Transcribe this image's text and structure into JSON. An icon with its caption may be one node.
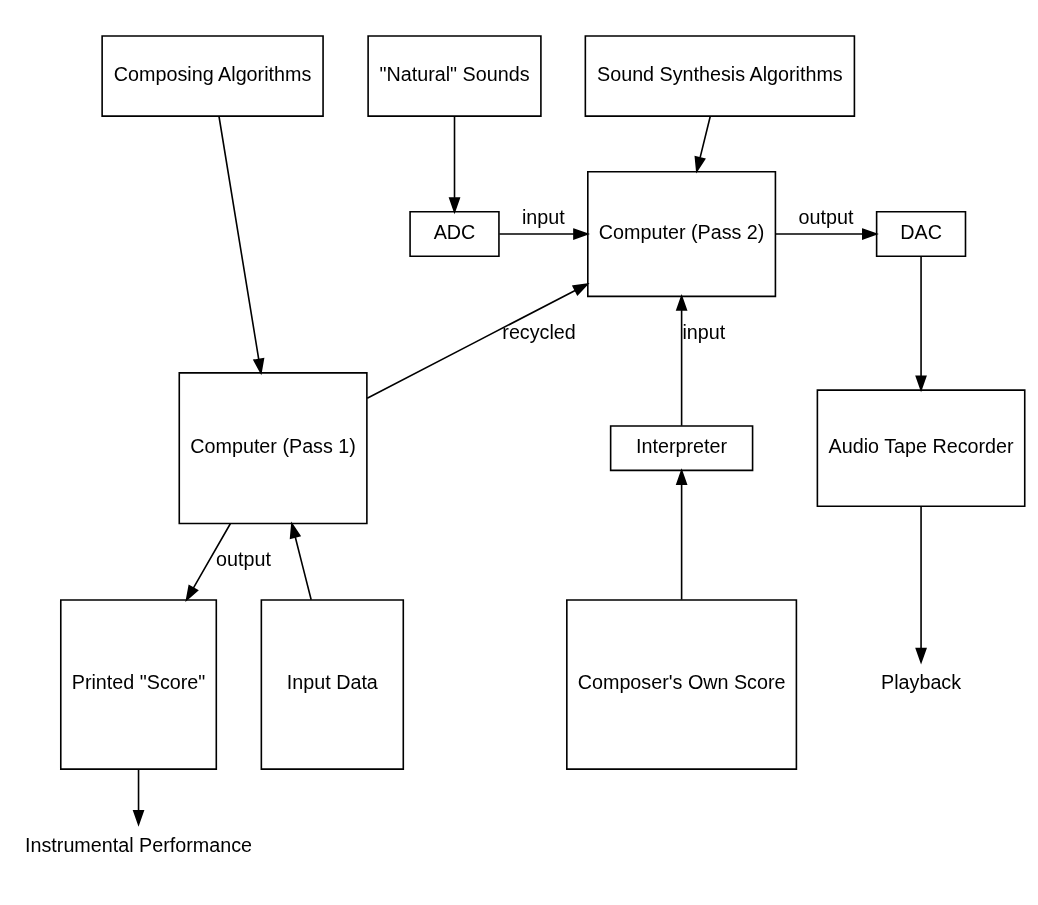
{
  "diagram": {
    "nodes": [
      {
        "text": [
          "Composing Algorithms"
        ]
      },
      {
        "text": [
          "\"Natural\" Sounds"
        ]
      },
      {
        "text": [
          "Sound Synthesis Algorithms"
        ]
      },
      {
        "text": [
          "ADC"
        ]
      },
      {
        "text": [
          "Computer (Pass 2)"
        ]
      },
      {
        "text": [
          "DAC"
        ]
      },
      {
        "text": [
          "Computer (Pass 1)"
        ]
      },
      {
        "text": [
          "Interpreter"
        ]
      },
      {
        "text": [
          "Audio Tape Recorder"
        ]
      },
      {
        "text": [
          "Input Data"
        ]
      },
      {
        "text": [
          "Printed \"Score\""
        ]
      },
      {
        "text": [
          "Composer's Own Score"
        ]
      },
      {
        "text": [
          "Playback"
        ]
      },
      {
        "text": [
          "Instrumental Performance"
        ]
      }
    ],
    "edges": [
      {
        "from": 0,
        "to": 6,
        "arrow": "to"
      },
      {
        "from": 1,
        "to": 3,
        "arrow": "to"
      },
      {
        "from": 2,
        "to": 4,
        "arrow": "to"
      },
      {
        "from": 3,
        "to": 4,
        "arrow": "to",
        "label": "input"
      },
      {
        "from": 4,
        "to": 5,
        "arrow": "to",
        "label": "output"
      },
      {
        "from": 5,
        "to": 8,
        "arrow": "to"
      },
      {
        "from": 6,
        "to": 10,
        "arrow": "to",
        "label": "output"
      },
      {
        "from": 6,
        "to": 4,
        "arrow": "to",
        "label": "recycled"
      },
      {
        "from": 7,
        "to": 4,
        "arrow": "to",
        "label": "input"
      },
      {
        "from": 11,
        "to": 7,
        "arrow": "to"
      },
      {
        "from": 9,
        "to": 6,
        "arrow": "to"
      },
      {
        "from": 8,
        "to": 12,
        "arrow": "to"
      },
      {
        "from": 10,
        "to": 13,
        "arrow": "to"
      }
    ]
  }
}
